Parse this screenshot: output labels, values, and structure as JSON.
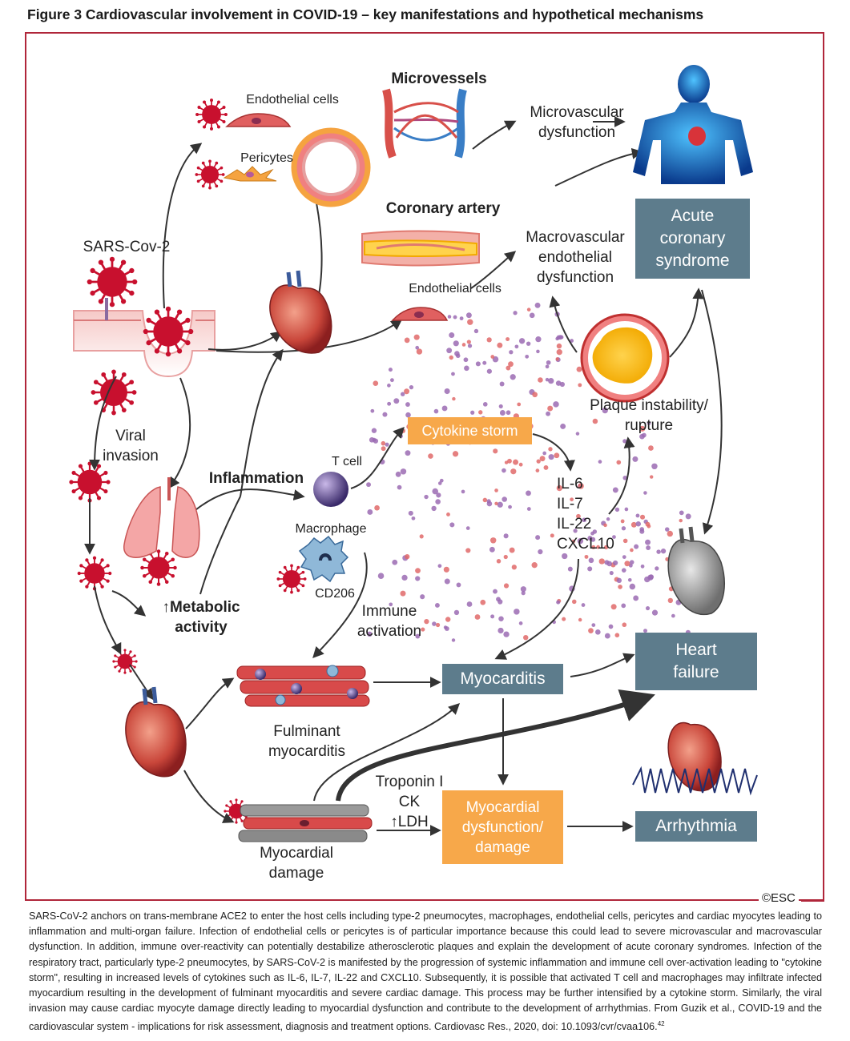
{
  "figure_title": "Figure 3 Cardiovascular involvement in COVID-19 – key manifestations and hypothetical mechanisms",
  "labels": {
    "endothelial_cells_top": "Endothelial cells",
    "pericytes": "Pericytes",
    "microvessels": "Microvessels",
    "microvascular_dysfunction": "Microvascular dysfunction",
    "coronary_artery": "Coronary artery",
    "sars_cov2": "SARS-Cov-2",
    "endothelial_cells_mid": "Endothelial cells",
    "macrovascular_endothelial_dysfunction": "Macrovascular endothelial dysfunction",
    "plaque_instability": "Plaque instability/ rupture",
    "viral_invasion": "Viral invasion",
    "inflammation": "Inflammation",
    "t_cell": "T cell",
    "macrophage": "Macrophage",
    "cd206": "CD206",
    "metabolic_activity": "↑Metabolic activity",
    "immune_activation": "Immune activation",
    "fulminant_myocarditis": "Fulminant myocarditis",
    "myocardial_damage": "Myocardial damage",
    "cytokines": [
      "IL-6",
      "IL-7",
      "IL-22",
      "CXCL10"
    ],
    "biomarkers": [
      "Troponin I",
      "CK",
      "↑LDH"
    ]
  },
  "boxes": {
    "acute_coronary_syndrome": "Acute coronary syndrome",
    "cytokine_storm": "Cytokine storm",
    "myocarditis": "Myocarditis",
    "heart_failure": "Heart failure",
    "myocardial_dysfunction": "Myocardial dysfunction/ damage",
    "arrhythmia": "Arrhythmia"
  },
  "colors": {
    "frame": "#b0263a",
    "slate_box": "#5d7c8c",
    "orange_box": "#f7a84a",
    "virus": "#c8102e",
    "cytokine_purple": "#9b6bb3",
    "cytokine_red": "#e06a6a"
  },
  "credit": "©ESC",
  "caption": "SARS-CoV-2 anchors on trans-membrane ACE2 to enter the host cells including type-2 pneumocytes, macrophages, endothelial cells, pericytes and cardiac myocytes leading to inflammation and multi-organ failure. Infection of endothelial cells or pericytes is of particular importance because this could lead to severe microvascular and macrovascular dysfunction. In addition, immune over-reactivity can potentially destabilize atherosclerotic plaques and explain the development of acute coronary syndromes. Infection of the respiratory tract, particularly type-2 pneumocytes, by SARS-CoV-2 is manifested by the progression of systemic inflammation and immune cell over-activation leading to \"cytokine storm\", resulting in increased levels of cytokines such as IL-6, IL-7, IL-22 and CXCL10. Subsequently, it is possible that activated T cell and macrophages may infiltrate infected myocardium resulting in the development of fulminant myocarditis and severe cardiac damage. This process may be further intensified by a cytokine storm. Similarly, the viral invasion may cause cardiac myocyte damage directly leading to myocardial dysfunction and contribute to the development of arrhythmias. From Guzik et al., COVID-19 and the cardiovascular system - implications for risk assessment, diagnosis and treatment options. Cardiovasc Res., 2020, doi: 10.1093/cvr/cvaa106.",
  "caption_ref": "42"
}
